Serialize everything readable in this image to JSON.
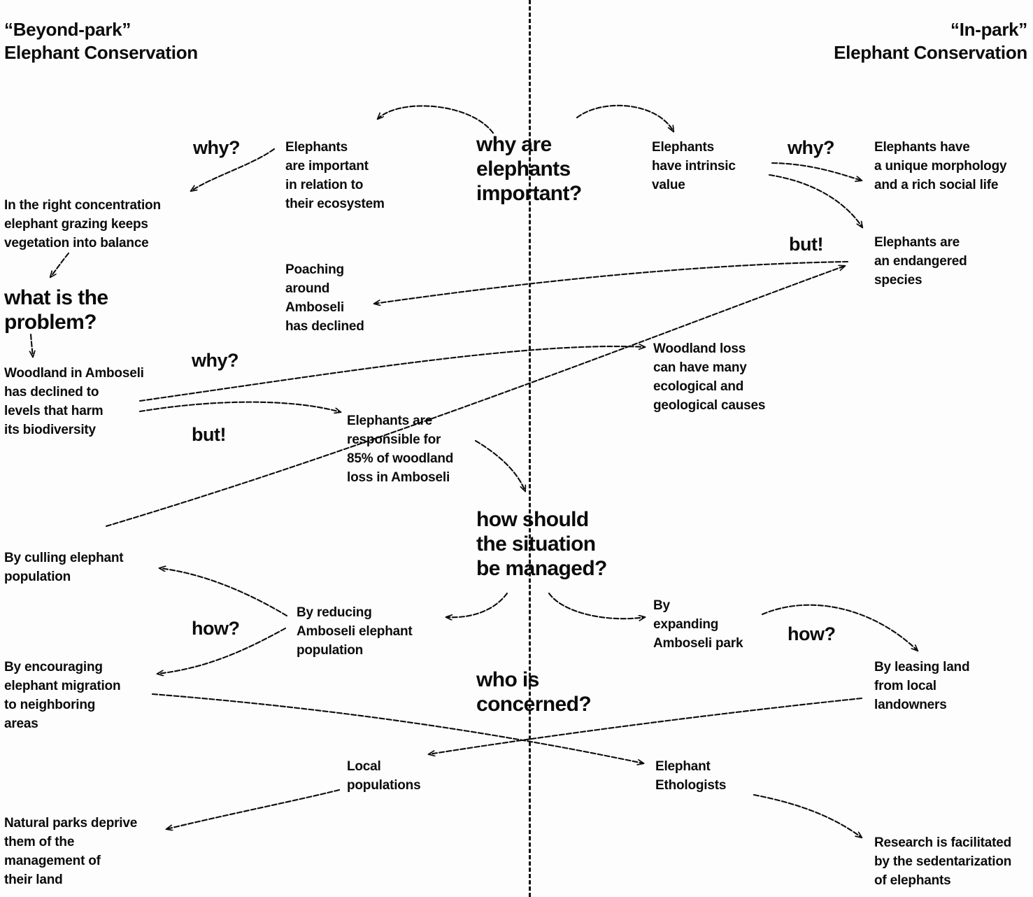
{
  "headers": {
    "left": "“Beyond-park”\nElephant Conservation",
    "right": "“In-park”\nElephant Conservation"
  },
  "questions": {
    "why_important": "why are\nelephants\nimportant?",
    "what_problem": "what is the\nproblem?",
    "how_managed": "how should\nthe situation\nbe managed?",
    "who_concerned": "who is\nconcerned?"
  },
  "connectives": {
    "why_left_top": "why?",
    "why_right_top": "why?",
    "why_mid_left": "why?",
    "but_mid_left": "but!",
    "but_right": "but!",
    "how_left": "how?",
    "how_right": "how?"
  },
  "claims": {
    "ecosystem": "Elephants\nare important\nin relation to\ntheir ecosystem",
    "grazing_balance": "In the right concentration\nelephant grazing keeps\nvegetation into balance",
    "intrinsic_value": "Elephants\nhave intrinsic\nvalue",
    "unique_morphology": "Elephants have\na unique morphology\nand a rich social life",
    "endangered": "Elephants are\nan endangered\nspecies",
    "poaching_declined": "Poaching\naround\nAmboseli\nhas declined",
    "woodland_declined": "Woodland in Amboseli\nhas declined to\nlevels that harm\nits biodiversity",
    "elephants_responsible": "Elephants are\nresponsible for\n85% of woodland\nloss in Amboseli",
    "woodland_causes": "Woodland loss\ncan have many\necological and\ngeological causes",
    "culling": "By culling elephant\npopulation",
    "encouraging_migration": "By encouraging\nelephant migration\nto  neighboring\nareas",
    "reducing_population": "By reducing\nAmboseli elephant\npopulation",
    "expanding_park": "By\nexpanding\nAmboseli park",
    "leasing_land": "By leasing land\nfrom local\nlandowners",
    "local_populations": "Local\npopulations",
    "elephant_ethologists": "Elephant\nEthologists",
    "natural_parks_deprive": "Natural parks deprive\nthem of the\nmanagement of\ntheir land",
    "research_facilitated": "Research is facilitated\nby the sedentarization\nof elephants"
  },
  "colors": {
    "ink": "#0b0b0b",
    "background": "#fdfdfd",
    "divider": "#111111"
  }
}
